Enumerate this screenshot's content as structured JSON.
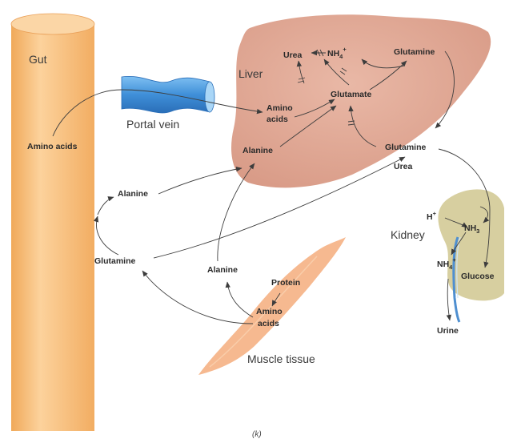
{
  "organs": {
    "gut": "Gut",
    "portal_vein": "Portal vein",
    "liver": "Liver",
    "kidney": "Kidney",
    "muscle": "Muscle tissue"
  },
  "labels": {
    "gut_amino_acids": "Amino acids",
    "liver_urea": "Urea",
    "liver_nh4": "NH",
    "liver_nh4_sub": "4",
    "liver_nh4_sup": "+",
    "liver_glutamine": "Glutamine",
    "liver_amino": "Amino",
    "liver_acids": "acids",
    "liver_glutamate": "Glutamate",
    "liver_alanine": "Alanine",
    "glutamine_right": "Glutamine",
    "urea_right": "Urea",
    "alanine_left": "Alanine",
    "glutamine_left": "Glutamine",
    "alanine_muscle": "Alanine",
    "muscle_protein": "Protein",
    "muscle_amino": "Amino",
    "muscle_acids": "acids",
    "kidney_h": "H",
    "kidney_h_sup": "+",
    "kidney_nh3": "NH",
    "kidney_nh3_sub": "3",
    "kidney_nh4": "NH",
    "kidney_nh4_sub": "4",
    "kidney_nh4_sup": "+",
    "kidney_glucose": "Glucose",
    "urine": "Urine"
  },
  "caption": "(k)",
  "colors": {
    "gut": "#f8be78",
    "liver": "#dfa896",
    "portal_vein": "#3f8fd8",
    "kidney": "#d7cfa0",
    "muscle": "#f6b990",
    "arrow": "#3d3d3d"
  }
}
